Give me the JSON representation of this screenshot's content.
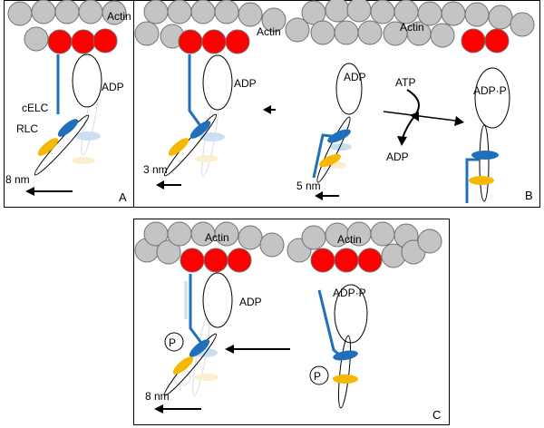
{
  "panels": {
    "a": {
      "letter": "A"
    },
    "b": {
      "letter": "B"
    },
    "c": {
      "letter": "C"
    }
  },
  "labels": {
    "actin": "Actin",
    "adp": "ADP",
    "adp_p": "ADP·P",
    "atp": "ATP",
    "celc": "cELC",
    "rlc": "RLC",
    "phosphate": "P"
  },
  "steps": {
    "a_step": "8 nm",
    "b_step1": "3 nm",
    "b_step2": "5 nm",
    "c_step": "8 nm"
  },
  "colors": {
    "actin_gray": "#c4c4c4",
    "actin_red": "#ff0000",
    "lever_blue": "#1f6fba",
    "rlc_yellow": "#f7b800"
  }
}
